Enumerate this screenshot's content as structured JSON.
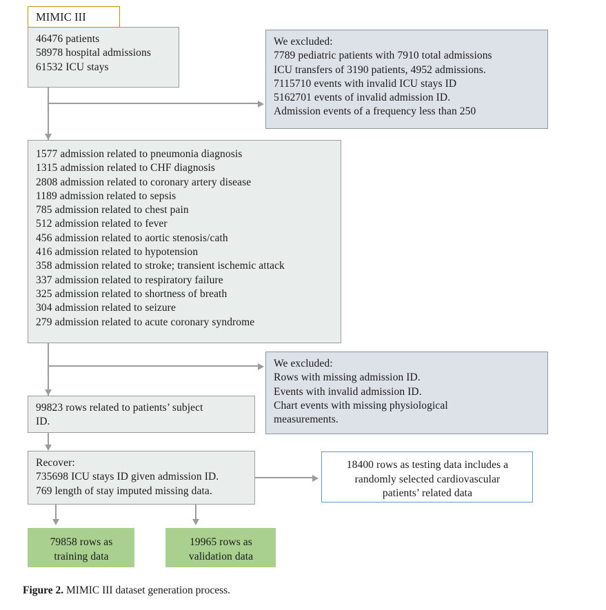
{
  "figure": {
    "caption_label": "Figure 2.",
    "caption_text": " MIMIC III dataset generation process."
  },
  "colors": {
    "box_fill": "#e9eeec",
    "box_border": "#9a9a9a",
    "exclusion_fill": "#dde1e8",
    "exclusion_border": "#8e949e",
    "title_border": "#bf9000",
    "testing_border": "#5b9bd5",
    "green_fill": "#a9d08e",
    "connector": "#9c9c9c"
  },
  "nodes": {
    "title_tag": {
      "label": "MIMIC III"
    },
    "source": {
      "lines": [
        "46476 patients",
        "58978 hospital admissions",
        "61532 ICU stays"
      ],
      "text": "46476 patients\n58978 hospital admissions\n61532 ICU stays"
    },
    "exclusion_1": {
      "header": "We excluded:",
      "lines": [
        "7789 pediatric patients with 7910 total admissions",
        "ICU transfers of 3190 patients, 4952 admissions.",
        "7115710 events with invalid ICU stays ID",
        "5162701 events of invalid admission ID.",
        "Admission events of a frequency less than 250"
      ],
      "text": "We excluded:\n7789 pediatric patients with 7910 total admissions\nICU transfers of 3190 patients, 4952 admissions.\n7115710 events with invalid ICU stays ID\n5162701 events of invalid admission ID.\nAdmission events of a frequency less than 250"
    },
    "diagnoses": {
      "items": [
        {
          "count": 1577,
          "label": "1577 admission related to pneumonia diagnosis"
        },
        {
          "count": 1315,
          "label": "1315 admission related to CHF diagnosis"
        },
        {
          "count": 2808,
          "label": "2808 admission related to coronary artery disease"
        },
        {
          "count": 1189,
          "label": "1189 admission related to sepsis"
        },
        {
          "count": 785,
          "label": "785 admission related to chest pain"
        },
        {
          "count": 512,
          "label": "512 admission related to fever"
        },
        {
          "count": 456,
          "label": "456 admission related to aortic stenosis/cath"
        },
        {
          "count": 416,
          "label": "416 admission related to hypotension"
        },
        {
          "count": 358,
          "label": "358 admission related to stroke; transient ischemic attack"
        },
        {
          "count": 337,
          "label": "337 admission related to respiratory failure"
        },
        {
          "count": 325,
          "label": "325 admission related to shortness of breath"
        },
        {
          "count": 304,
          "label": "304 admission related to seizure"
        },
        {
          "count": 279,
          "label": "279 admission related to acute coronary syndrome"
        }
      ],
      "text": "1577 admission related to pneumonia diagnosis\n1315 admission related to CHF diagnosis\n2808 admission related to coronary artery disease\n1189 admission related to sepsis\n785 admission related to chest pain\n512 admission related to fever\n456 admission related to aortic stenosis/cath\n416 admission related to hypotension\n358 admission related to stroke; transient ischemic attack\n337 admission related to respiratory failure\n325 admission related to shortness of breath\n304 admission related to seizure\n279 admission related to acute coronary syndrome"
    },
    "exclusion_2": {
      "header": "We excluded:",
      "lines": [
        "Rows with missing admission ID.",
        "Events with invalid admission ID.",
        "Chart events with missing physiological",
        "measurements."
      ],
      "text": "We excluded:\nRows with missing admission ID.\nEvents with invalid admission ID.\nChart events with missing physiological\nmeasurements."
    },
    "subject_rows": {
      "text": "99823 rows related to patients’ subject\nID."
    },
    "recover": {
      "header": "Recover:",
      "lines": [
        "735698 ICU stays ID given admission ID.",
        "769 length of stay imputed missing data."
      ],
      "text": "Recover:\n735698 ICU stays ID given admission ID.\n769 length of stay imputed missing data."
    },
    "testing": {
      "text": "18400 rows as testing data includes a\nrandomly selected cardiovascular\npatients’ related data"
    },
    "training": {
      "text": "79858 rows as\ntraining data"
    },
    "validation": {
      "text": "19965 rows as\nvalidation data"
    }
  }
}
